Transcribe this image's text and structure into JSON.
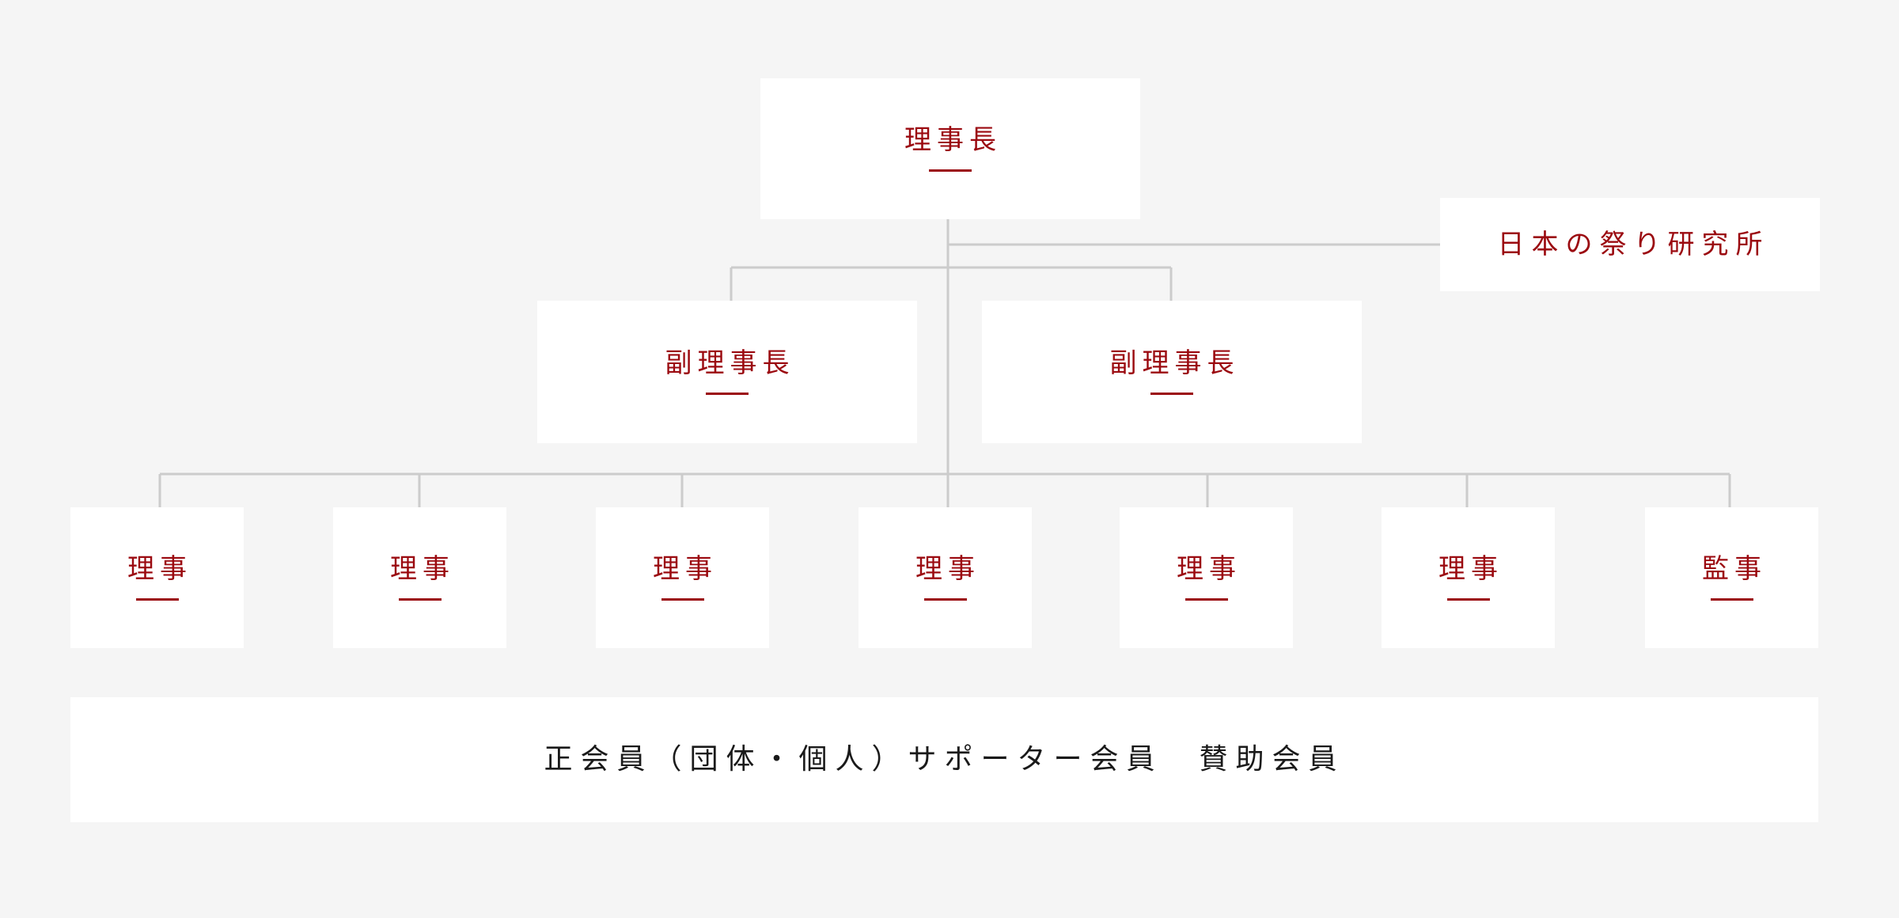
{
  "chart": {
    "chairman": {
      "label": "理事長"
    },
    "institute": {
      "label": "日本の祭り研究所"
    },
    "vice_chairs": [
      {
        "label": "副理事長"
      },
      {
        "label": "副理事長"
      }
    ],
    "directors": [
      {
        "label": "理事"
      },
      {
        "label": "理事"
      },
      {
        "label": "理事"
      },
      {
        "label": "理事"
      },
      {
        "label": "理事"
      },
      {
        "label": "理事"
      },
      {
        "label": "監事"
      }
    ],
    "members": {
      "label": "正会員（団体・個人）サポーター会員　賛助会員"
    }
  },
  "colors": {
    "accent": "#9b0a10",
    "background": "#f5f5f5",
    "box": "#ffffff",
    "connector": "#cccccc",
    "members_text": "#1a1a1a"
  }
}
